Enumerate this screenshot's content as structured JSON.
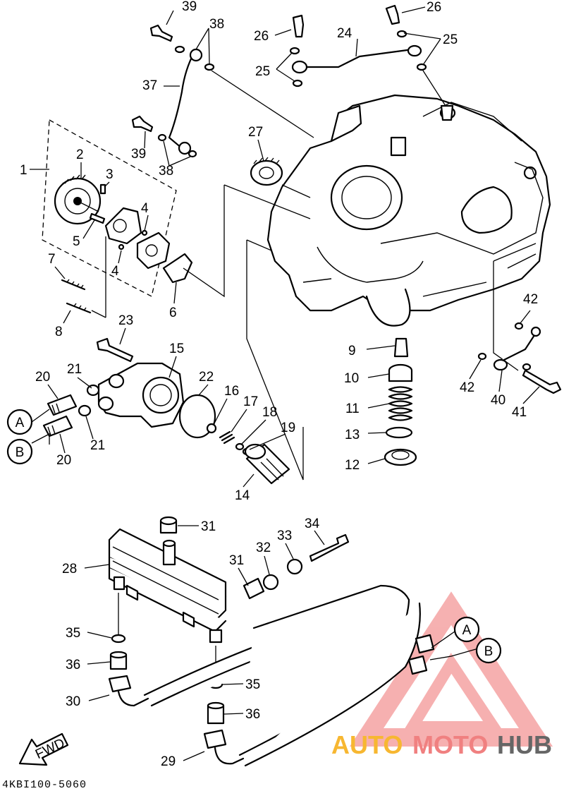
{
  "diagram": {
    "code": "4KBI100-5060",
    "fwd_label": "FWD",
    "callouts": {
      "p1": "1",
      "p2": "2",
      "p3": "3",
      "p4a": "4",
      "p4b": "4",
      "p5": "5",
      "p6": "6",
      "p7": "7",
      "p8": "8",
      "p9": "9",
      "p10": "10",
      "p11": "11",
      "p12": "12",
      "p13": "13",
      "p14": "14",
      "p15": "15",
      "p16": "16",
      "p17": "17",
      "p18": "18",
      "p19": "19",
      "p20a": "20",
      "p20b": "20",
      "p21a": "21",
      "p21b": "21",
      "p22": "22",
      "p23": "23",
      "p24": "24",
      "p25a": "25",
      "p25b": "25",
      "p26a": "26",
      "p26b": "26",
      "p27": "27",
      "p28": "28",
      "p29": "29",
      "p30": "30",
      "p31a": "31",
      "p31b": "31",
      "p32": "32",
      "p33": "33",
      "p34": "34",
      "p35a": "35",
      "p35b": "35",
      "p36a": "36",
      "p36b": "36",
      "p37": "37",
      "p38a": "38",
      "p38b": "38",
      "p39a": "39",
      "p39b": "39",
      "p40": "40",
      "p41": "41",
      "p42a": "42",
      "p42b": "42"
    },
    "markers": {
      "a1": "A",
      "b1": "B",
      "a2": "A",
      "b2": "B"
    }
  },
  "watermark": {
    "word_auto": "AUTO",
    "word_moto": "MOTO",
    "word_hub": "HUB",
    "colors": {
      "auto": "#f7b731",
      "moto": "#f08080",
      "hub": "#666666",
      "triangle": "#f5a3a3"
    }
  }
}
